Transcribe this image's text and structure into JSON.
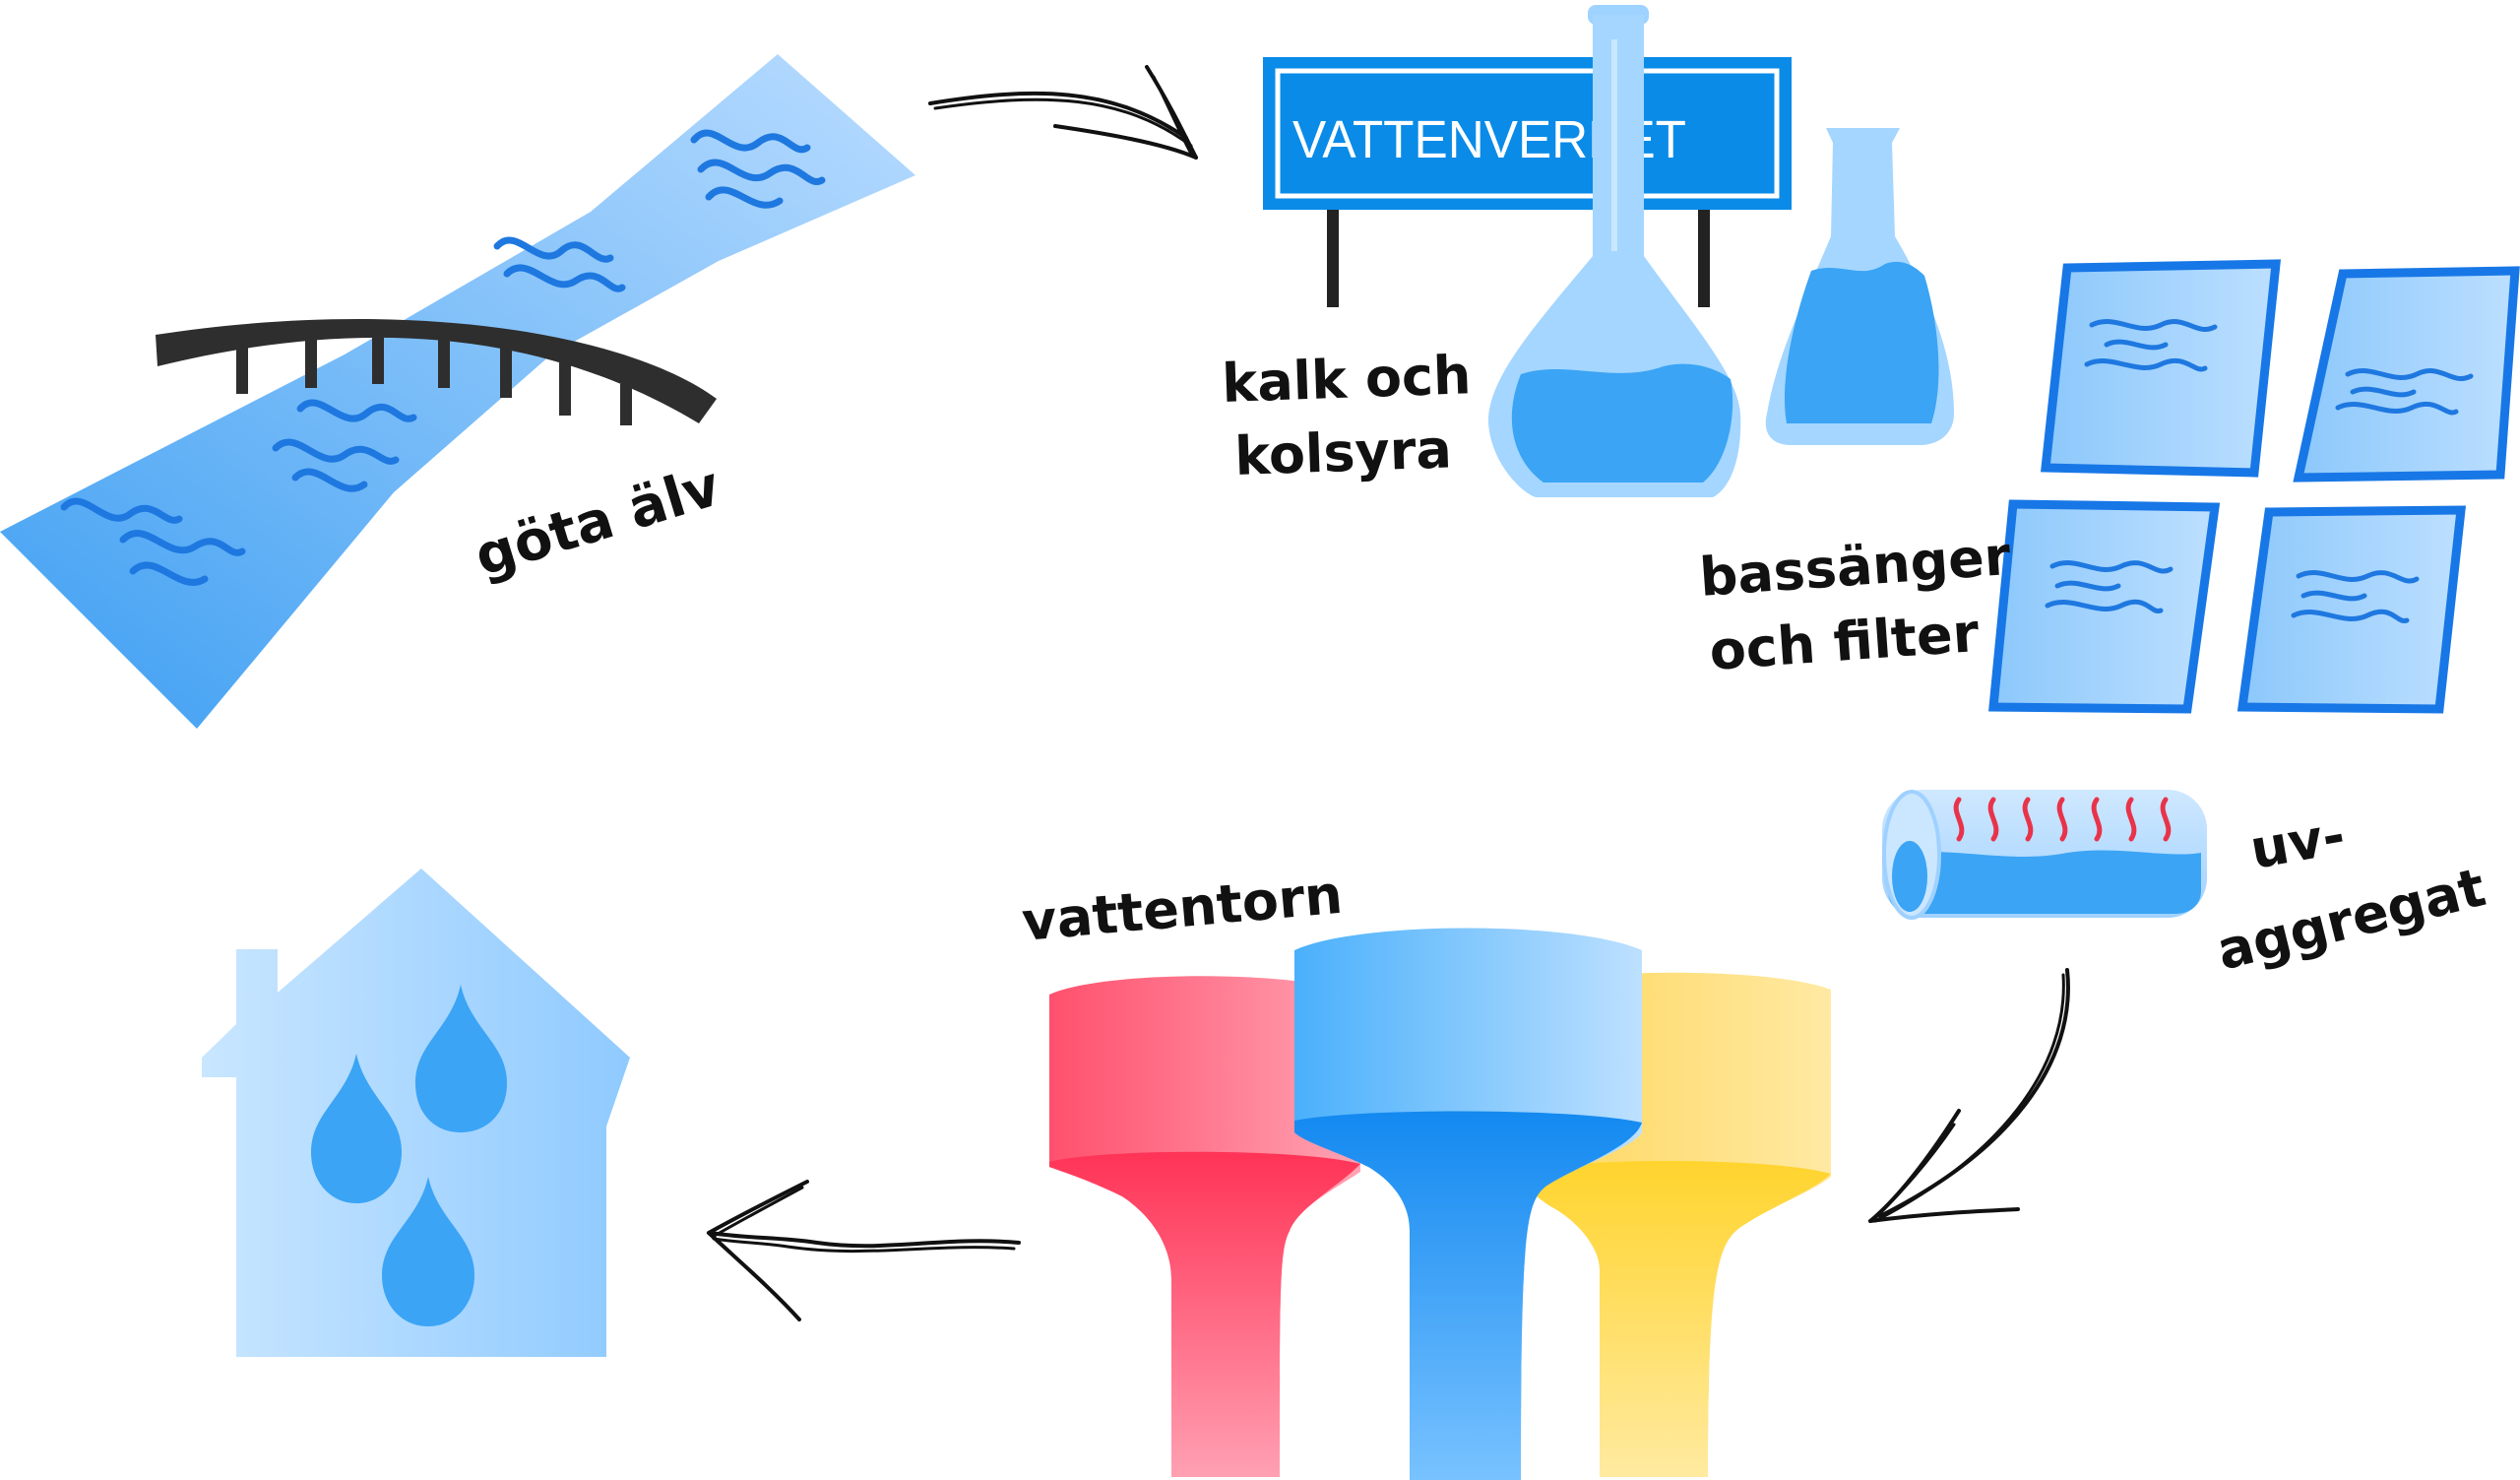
{
  "labels": {
    "river": "göta älv",
    "sign": "VATTENVERKET",
    "chemicals_line1": "kalk och",
    "chemicals_line2": "kolsyra",
    "basins_line1": "bassänger",
    "basins_line2": "och filter",
    "uv_line1": "uv-",
    "uv_line2": "aggregat",
    "tower": "vattentorn"
  },
  "colors": {
    "water_blue": "#4aa8f5",
    "light_blue": "#bfe1ff",
    "deep_blue": "#1581ea",
    "sign_blue": "#0a8be8",
    "tower_red": "#ff2e55",
    "tower_yellow": "#ffd43a",
    "bridge": "#2e2e2e",
    "heat_red": "#e8334a"
  },
  "icons": [
    "river-icon",
    "bridge-icon",
    "sign-icon",
    "flask-icon",
    "basin-icon",
    "uv-tube-icon",
    "water-tower-icon",
    "house-icon",
    "water-drop-icon",
    "arrow-icon"
  ]
}
